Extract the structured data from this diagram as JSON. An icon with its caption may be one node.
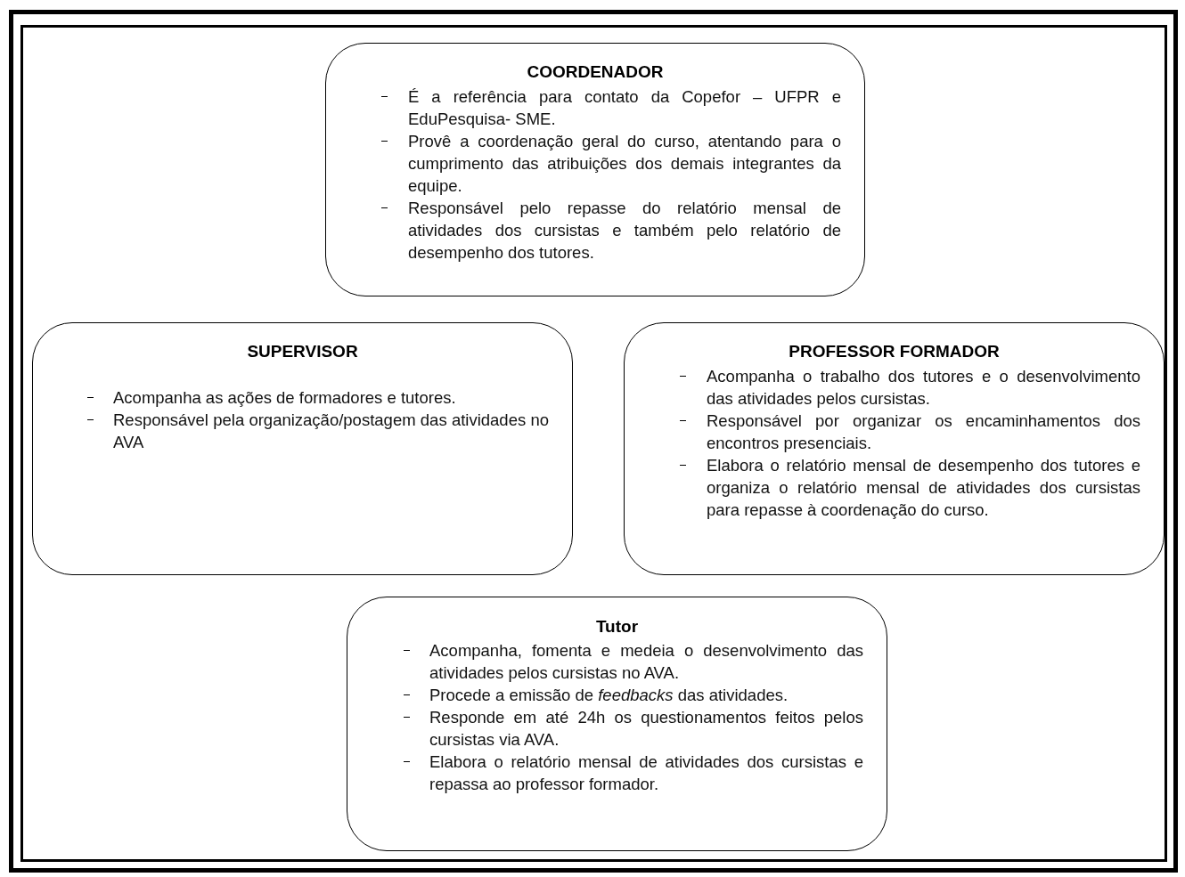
{
  "diagram": {
    "nodes": [
      {
        "text": [
          "COORDENADOR",
          "É a referência para contato da Copefor – UFPR e EduPesquisa- SME.",
          "Provê a coordenação geral do curso, atentando para o cumprimento das atribuições dos demais integrantes da equipe.",
          "Responsável pelo repasse do relatório mensal de atividades dos cursistas e também pelo relatório de desempenho dos tutores."
        ]
      },
      {
        "text": [
          "SUPERVISOR",
          "Acompanha as ações de formadores e tutores.",
          "Responsável pela organização/postagem das atividades no AVA"
        ]
      },
      {
        "text": [
          "PROFESSOR FORMADOR",
          "Acompanha o trabalho dos tutores e o desenvolvimento das atividades pelos cursistas.",
          "Responsável por organizar os encaminhamentos dos encontros presenciais.",
          "Elabora o relatório mensal de desempenho dos tutores e organiza o relatório mensal de atividades dos cursistas para repasse à coordenação do curso."
        ]
      },
      {
        "text": [
          "Tutor",
          "Acompanha, fomenta e medeia o desenvolvimento das atividades pelos cursistas no AVA.",
          "Procede a emissão de *feedbacks* das atividades.",
          "Responde em até 24h os questionamentos feitos pelos cursistas via AVA.",
          "Elabora o relatório mensal de atividades dos cursistas e repassa ao professor formador."
        ]
      }
    ]
  }
}
